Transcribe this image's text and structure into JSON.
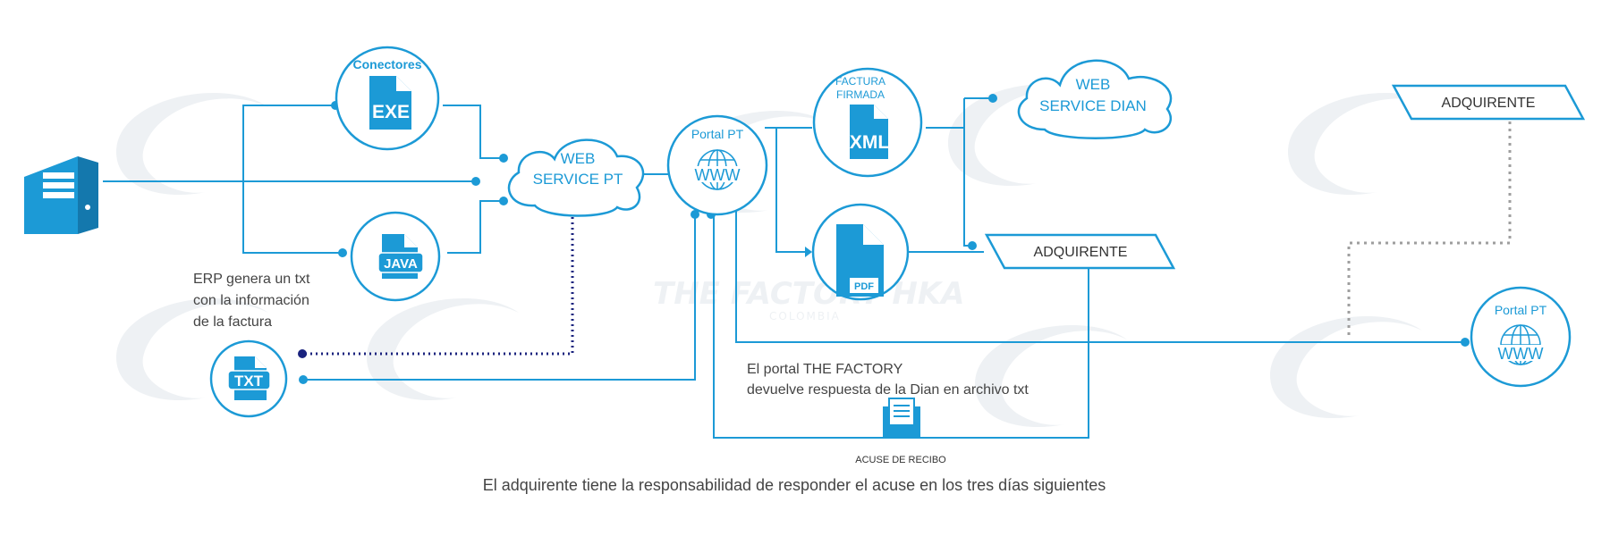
{
  "colors": {
    "accent": "#1c9ad6",
    "dark_dot": "#1a237e",
    "text": "#444444",
    "connector_gray": "#9e9e9e",
    "watermark": "#eef1f4"
  },
  "nodes": {
    "connectors_label": "Conectores",
    "exe_label": "EXE",
    "java_label": "JAVA",
    "txt_label": "TXT",
    "web_service_pt": [
      "WEB",
      "SERVICE PT"
    ],
    "portal_pt_label": "Portal PT",
    "www_label": "WWW",
    "factura_firmada": [
      "FACTURA",
      "FIRMADA"
    ],
    "xml_label": "XML",
    "pdf_label": "PDF",
    "web_service_dian": [
      "WEB",
      "SERVICE DIAN"
    ],
    "adquirente_1": "ADQUIRENTE",
    "adquirente_2": "ADQUIRENTE",
    "portal_pt_right_label": "Portal PT",
    "www_right_label": "WWW",
    "acuse_label": "ACUSE DE RECIBO"
  },
  "captions": {
    "erp": [
      "ERP genera un txt",
      "con la información",
      "de la factura"
    ],
    "portal_response": [
      "El portal THE FACTORY",
      "devuelve respuesta de la Dian en archivo txt"
    ],
    "footer": "El adquirente tiene la responsabilidad de responder el acuse en los tres días siguientes"
  },
  "watermark": {
    "brand": "THE FACTORY HKA",
    "country": "COLOMBIA"
  }
}
